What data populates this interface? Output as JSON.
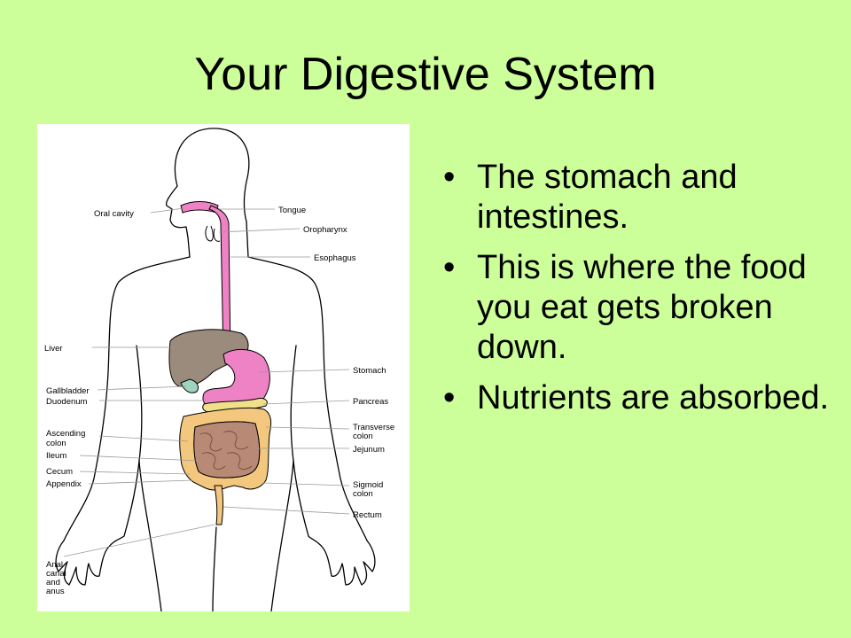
{
  "slide": {
    "title": "Your Digestive System"
  },
  "diagram": {
    "labels_left": [
      "Oral cavity",
      "Liver",
      "Gallbladder",
      "Duodenum",
      "Ascending",
      "colon",
      "Ileum",
      "Cecum",
      "Appendix",
      "Anal",
      "canal",
      "and",
      "anus"
    ],
    "labels_right": [
      "Tongue",
      "Oropharynx",
      "Esophagus",
      "Stomach",
      "Pancreas",
      "Transverse",
      "colon",
      "Jejunum",
      "Sigmoid",
      "colon",
      "Rectum"
    ],
    "colors": {
      "background": "#ccff99",
      "esophagus_stomach": "#ee82c4",
      "liver": "#9b8b7c",
      "small_intestine": "#b88a76",
      "colon": "#f4c77f",
      "gallbladder": "#9fd4c0",
      "pancreas": "#f0e08a"
    }
  },
  "bullets": [
    "The stomach and intestines.",
    "This is where the food you eat gets broken down.",
    "Nutrients are absorbed."
  ]
}
